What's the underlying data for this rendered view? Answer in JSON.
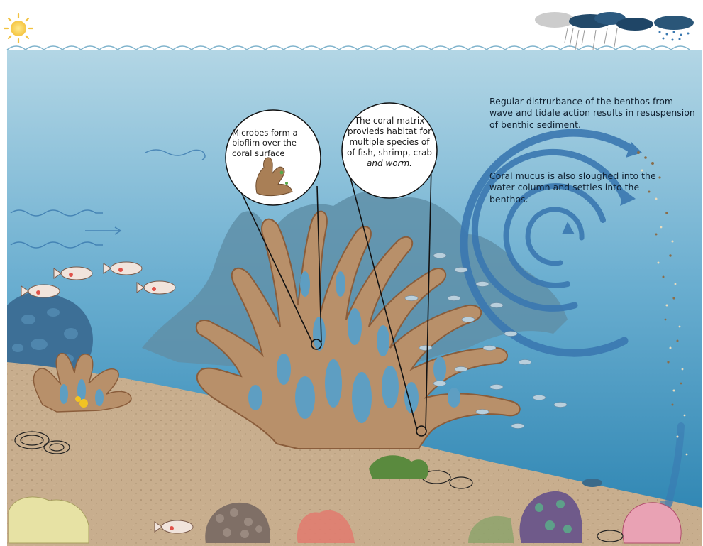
{
  "callouts": {
    "microbes": "Microbes form a bioflim over the coral surface",
    "habitat_line1": "The coral matrix",
    "habitat_line2": "provieds habitat for",
    "habitat_line3": "multiple species of",
    "habitat_line4": "of fish, shrimp, crab",
    "habitat_line5": "and worm."
  },
  "annotations": {
    "disturbance": "Regular distrurbance of the benthos from wave and tidale action results in resuspension of benthic sediment.",
    "mucus": "Coral mucus is also sloughed into the water column and settles into the benthos."
  },
  "colors": {
    "sky": "#ffffff",
    "water_top": "#a9cfe0",
    "water_bottom": "#3f8fb8",
    "sand": "#c7ad8d",
    "coral": "#b8906a",
    "coral_outline": "#8a5d3b",
    "back_coral": "#5f8fa8",
    "arrow": "#3a78b0"
  },
  "icons": [
    "sun-icon",
    "rain-cloud-icon",
    "fish-icon",
    "circular-arrow-icon"
  ]
}
